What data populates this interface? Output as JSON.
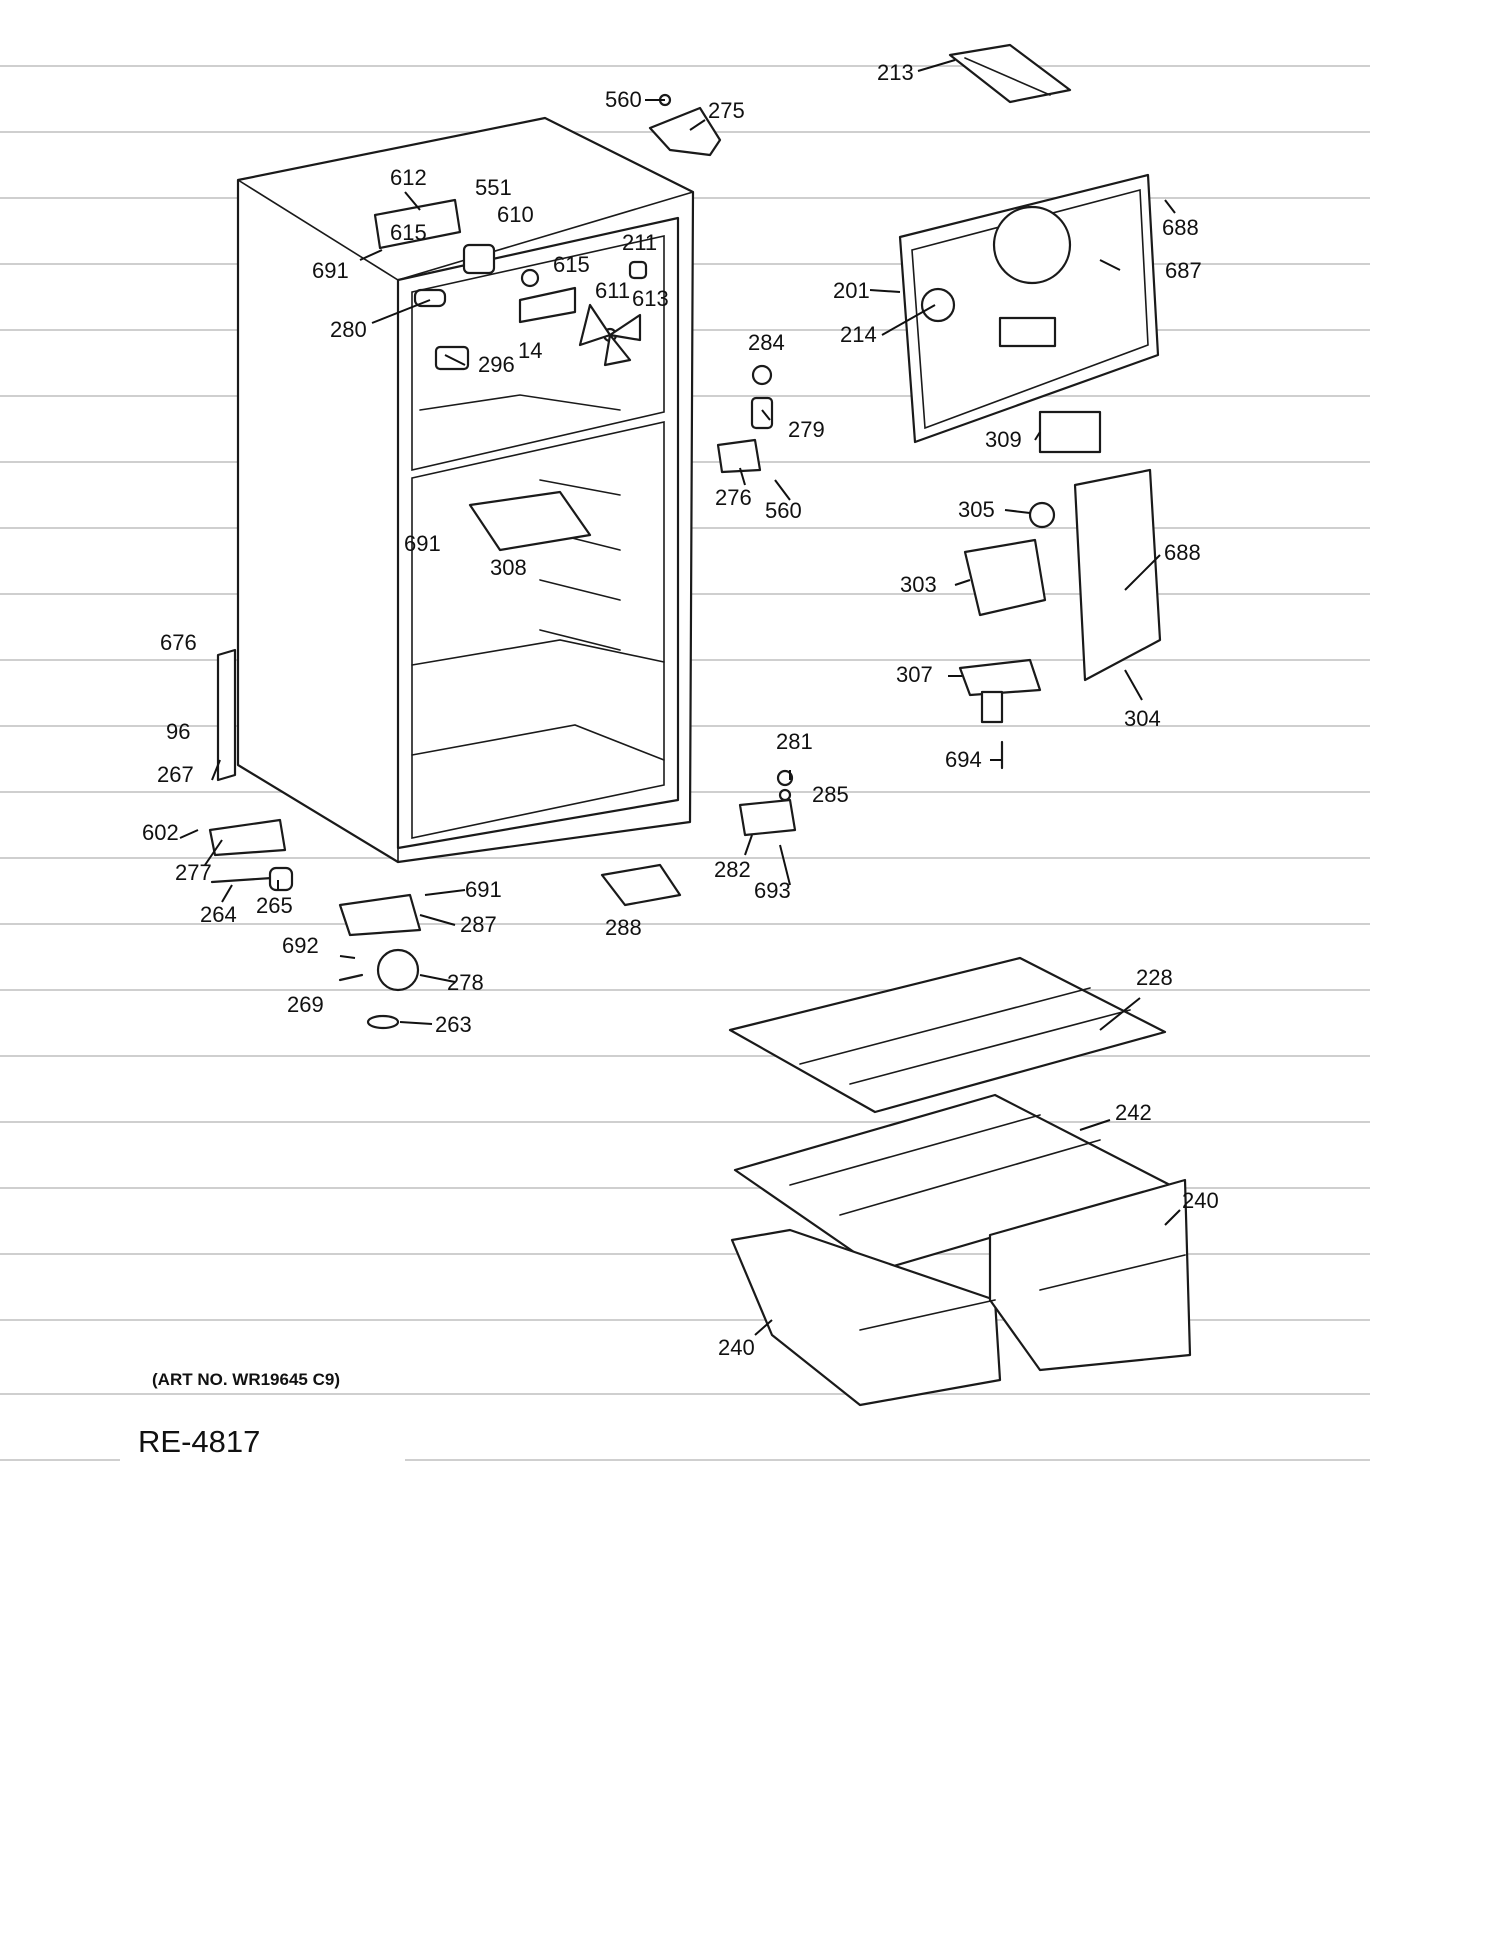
{
  "callouts": [
    "213",
    "560",
    "275",
    "612",
    "551",
    "615",
    "610",
    "691",
    "211",
    "615",
    "611",
    "613",
    "280",
    "296",
    "14",
    "284",
    "279",
    "276",
    "560",
    "201",
    "688",
    "687",
    "214",
    "309",
    "305",
    "688",
    "303",
    "304",
    "307",
    "694",
    "691",
    "308",
    "676",
    "96",
    "267",
    "602",
    "277",
    "264",
    "265",
    "691",
    "287",
    "288",
    "692",
    "278",
    "269",
    "263",
    "281",
    "285",
    "282",
    "693",
    "228",
    "242",
    "240",
    "240"
  ],
  "art_number": "(ART NO. WR19645 C9)",
  "reference": "RE-4817"
}
